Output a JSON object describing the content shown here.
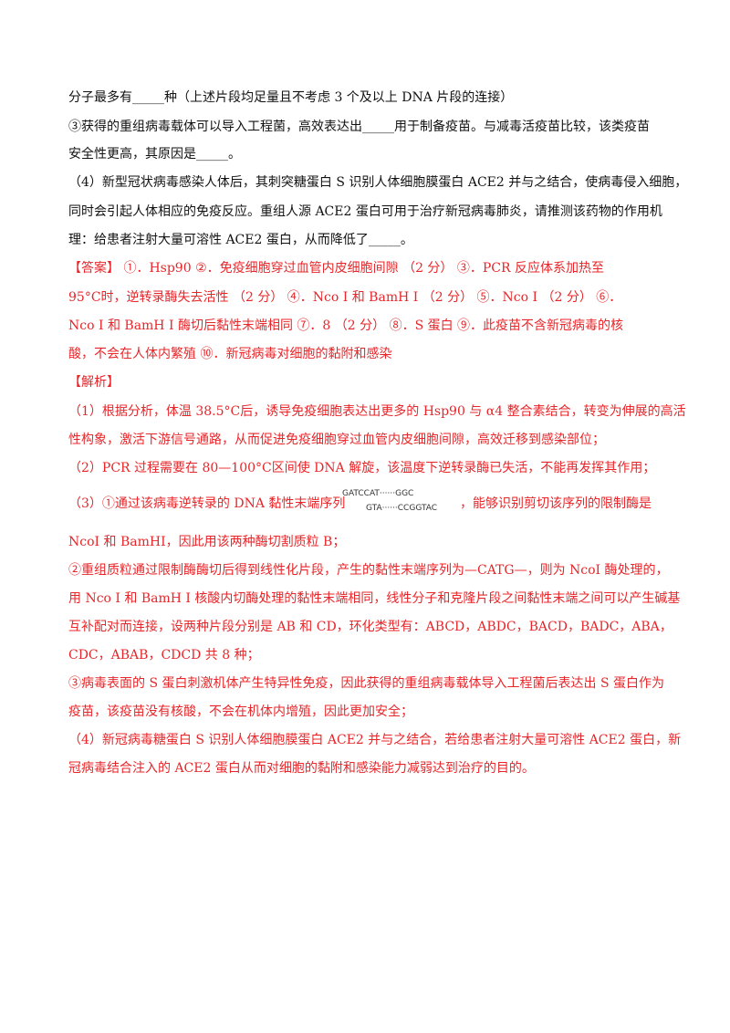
{
  "question": {
    "l1": "分子最多有_____种（上述片段均足量且不考虑 3 个及以上 DNA 片段的连接）",
    "l2": "③获得的重组病毒载体可以导入工程菌，高效表达出_____用于制备疫苗。与减毒活疫苗比较，该类疫苗",
    "l3": "安全性更高，其原因是_____。",
    "l4": "（4）新型冠状病毒感染人体后，其刺突糖蛋白 S 识别人体细胞膜蛋白 ACE2 并与之结合，使病毒侵入细胞，",
    "l5": "同时会引起人体相应的免疫反应。重组人源 ACE2 蛋白可用于治疗新冠病毒肺炎，请推测该药物的作用机",
    "l6": "理：给患者注射大量可溶性 ACE2 蛋白，从而降低了_____。"
  },
  "answer": {
    "l1": "【答案】 ①．Hsp90 ②．免疫细胞穿过血管内皮细胞间隙 （2 分） ③．PCR 反应体系加热至",
    "l2": "95°C时，逆转录酶失去活性 （2 分） ④．Nco I 和 BamH I （2 分） ⑤．Nco I （2 分） ⑥．",
    "l3": "Nco I 和 BamH I 酶切后黏性末端相同 ⑦．8 （2 分） ⑧．S 蛋白 ⑨．此疫苗不含新冠病毒的核",
    "l4": "酸，不会在人体内繁殖 ⑩．新冠病毒对细胞的黏附和感染"
  },
  "analysis": {
    "heading": "【解析】",
    "l1": "（1）根据分析，体温 38.5°C后，诱导免疫细胞表达出更多的 Hsp90 与 α4 整合素结合，转变为伸展的高活",
    "l2": "性构象，激活下游信号通路，从而促进免疫细胞穿过血管内皮细胞间隙，高效迁移到感染部位；",
    "l3": "（2）PCR 过程需要在 80—100°C区间使 DNA 解旋，该温度下逆转录酶已失活，不能再发挥其作用；",
    "l4a": "（3）①通过该病毒逆转录的 DNA 黏性末端序列",
    "l4b": "，能够识别剪切该序列的限制酶是",
    "seq1": "GATCCAT······GGC",
    "seq2": "GTA······CCGGTAC",
    "l5": "NcoI 和 BamHI，因此用该两种酶切割质粒 B；",
    "l6": "②重组质粒通过限制酶酶切后得到线性化片段，产生的黏性末端序列为—CATG—，则为 NcoI 酶处理的，",
    "l7": "用 Nco I 和 BamH I 核酸内切酶处理的黏性末端相同，线性分子和克隆片段之间黏性末端之间可以产生碱基",
    "l8": "互补配对而连接，设两种片段分别是 AB 和 CD，环化类型有：ABCD，ABDC，BACD，BADC，ABA，",
    "l9": "CDC，ABAB，CDCD 共 8 种；",
    "l10": "③病毒表面的 S 蛋白刺激机体产生特异性免疫，因此获得的重组病毒载体导入工程菌后表达出 S 蛋白作为",
    "l11": "疫苗，该疫苗没有核酸，不会在机体内增殖，因此更加安全；",
    "l12": "（4）新冠病毒糖蛋白 S 识别人体细胞膜蛋白 ACE2 并与之结合，若给患者注射大量可溶性 ACE2 蛋白，新",
    "l13": "冠病毒结合注入的 ACE2 蛋白从而对细胞的黏附和感染能力减弱达到治疗的目的。"
  }
}
